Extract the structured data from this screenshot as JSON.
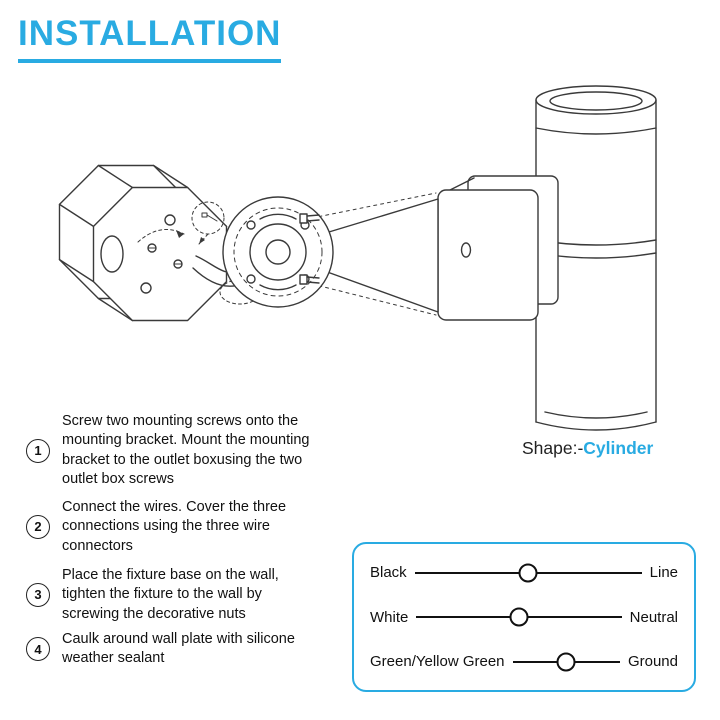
{
  "title": "INSTALLATION",
  "accent_color": "#29abe2",
  "shape": {
    "label": "Shape:-",
    "value": "Cylinder"
  },
  "steps": [
    {
      "num": "1",
      "text": "Screw two mounting screws onto the mounting bracket. Mount the mounting bracket to the outlet boxusing the two outlet box screws"
    },
    {
      "num": "2",
      "text": "Connect the wires. Cover the three connections using the three wire connectors"
    },
    {
      "num": "3",
      "text": "Place the fixture base on the wall, tighten the fixture to the wall by screwing the decorative nuts"
    },
    {
      "num": "4",
      "text": "Caulk around wall plate with silicone weather sealant"
    }
  ],
  "wiring": {
    "rows": [
      {
        "left": "Black",
        "right": "Line"
      },
      {
        "left": "White",
        "right": "Neutral"
      },
      {
        "left": "Green/Yellow Green",
        "right": "Ground"
      }
    ]
  },
  "diagram": {
    "description": "Exploded installation view: octagonal outlet box, round mounting bracket with two screws, fixture arm, square wall plate, up/down cylinder fixture",
    "parts": [
      "outlet-box",
      "mounting-bracket",
      "mounting-screws",
      "fixture-arm",
      "wall-plate",
      "cylinder-fixture"
    ]
  }
}
